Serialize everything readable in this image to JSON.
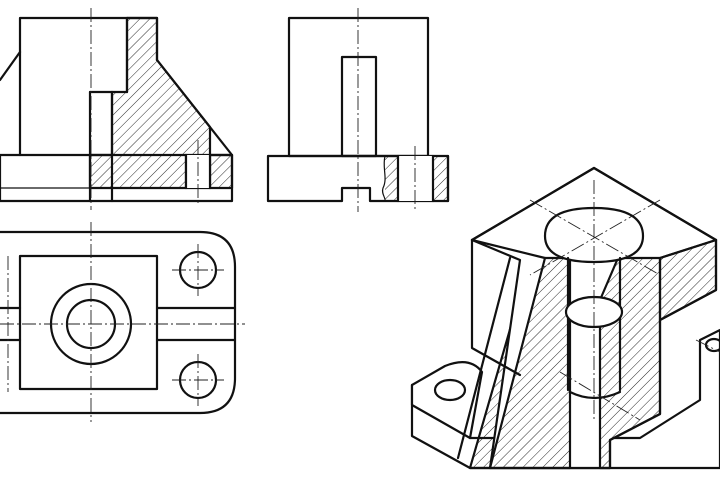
{
  "drawing": {
    "colors": {
      "line": "#111111",
      "background": "#ffffff"
    },
    "views": [
      {
        "id": "front-view",
        "kind": "half-section"
      },
      {
        "id": "side-view",
        "kind": "local-section"
      },
      {
        "id": "top-view",
        "kind": "plan"
      },
      {
        "id": "isometric-view",
        "kind": "quarter-cutaway"
      }
    ]
  }
}
